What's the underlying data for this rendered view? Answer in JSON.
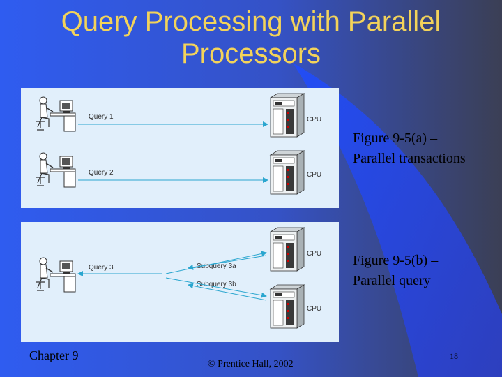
{
  "slide": {
    "title_line1": "Query Processing with Parallel",
    "title_line2": "Processors",
    "colors": {
      "background": "#3a5ad9",
      "title": "#f3d35a",
      "panel": "#e1effb",
      "arrow": "#2aa6cf"
    }
  },
  "figure_a": {
    "queries": [
      "Query 1",
      "Query 2"
    ],
    "cpu_labels": [
      "CPU",
      "CPU"
    ],
    "caption_line1": "Figure 9-5(a) –",
    "caption_line2": "Parallel transactions"
  },
  "figure_b": {
    "query": "Query 3",
    "subqueries": [
      "Subquery 3a",
      "Subquery 3b"
    ],
    "cpu_labels": [
      "CPU",
      "CPU"
    ],
    "caption_line1": "Figure 9-5(b) –",
    "caption_line2": "Parallel query"
  },
  "footer": {
    "chapter": "Chapter 9",
    "copyright": "© Prentice Hall, 2002",
    "page": "18"
  }
}
